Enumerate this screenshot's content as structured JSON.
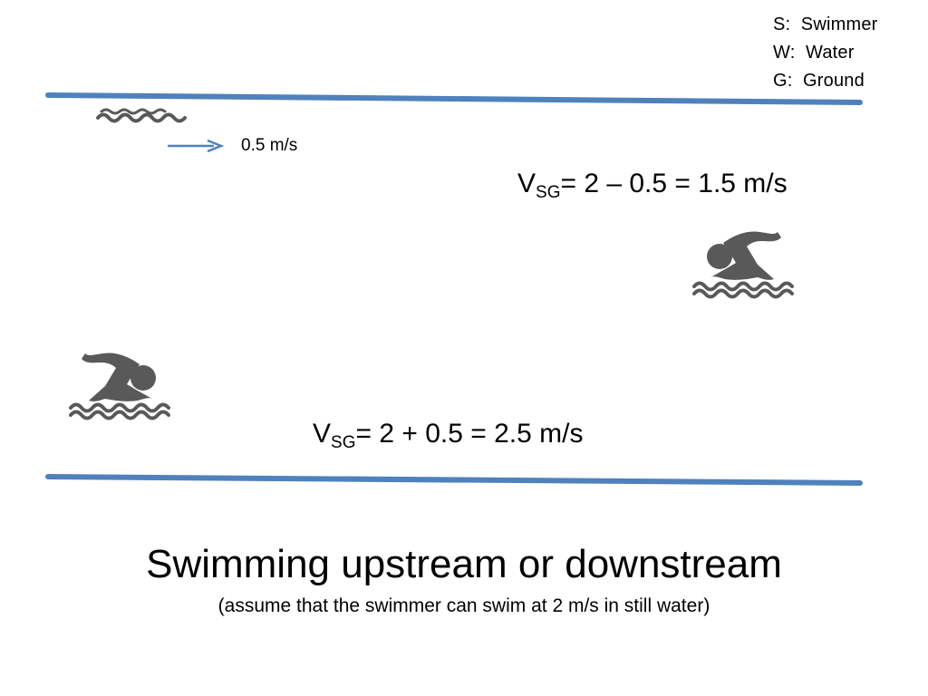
{
  "legend": {
    "items": [
      "S:  Swimmer",
      "W:  Water",
      "G:  Ground"
    ]
  },
  "current": {
    "label": "0.5 m/s"
  },
  "upstream": {
    "v": "V",
    "sub": "SG",
    "expr": "= 2 – 0.5 = 1.5 m/s"
  },
  "downstream": {
    "v": "V",
    "sub": "SG",
    "expr": "= 2 + 0.5 = 2.5 m/s"
  },
  "title": "Swimming upstream or downstream",
  "subtitle": "(assume that the swimmer can swim at 2 m/s in still water)",
  "colors": {
    "bank": "#4F81BD",
    "arrow": "#4F81BD",
    "icon": "#595959"
  },
  "icons": [
    "water-waves-icon",
    "swimmer-icon"
  ]
}
